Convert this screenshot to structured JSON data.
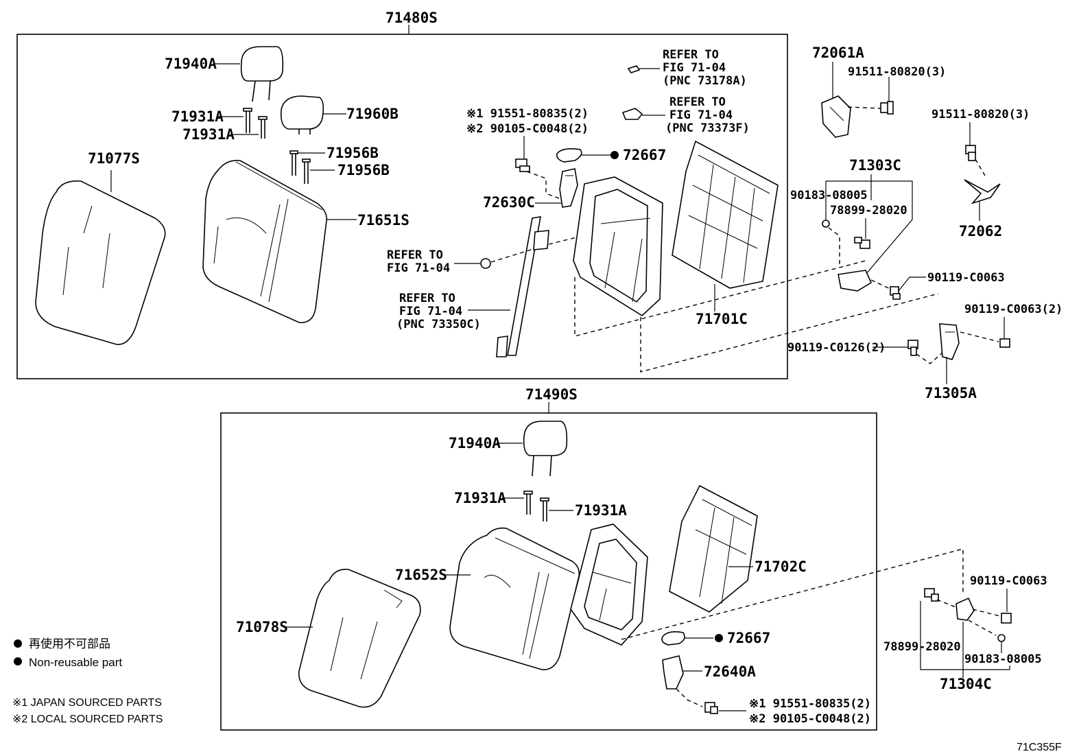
{
  "upper_assembly": {
    "code": "71480S",
    "labels": {
      "headrest_a": "71940A",
      "guide_a1": "71931A",
      "guide_a2": "71931A",
      "headrest_b": "71960B",
      "guide_b1": "71956B",
      "guide_b2": "71956B",
      "cover": "71077S",
      "pad": "71651S",
      "clip_bolt_note1": "※1 91551-80835(2)",
      "clip_bolt_note2": "※2 90105-C0048(2)",
      "cap": "72667",
      "bracket": "72630C",
      "frame": "71701C"
    },
    "refer_1": [
      "REFER TO",
      "FIG 71-04",
      "(PNC 73178A)"
    ],
    "refer_2": [
      "REFER TO",
      "FIG 71-04",
      "(PNC 73373F)"
    ],
    "refer_3": [
      "REFER TO",
      "FIG 71-04"
    ],
    "refer_4": [
      "REFER TO",
      "FIG 71-04",
      "(PNC 73350C)"
    ]
  },
  "lower_assembly": {
    "code": "71490S",
    "labels": {
      "headrest": "71940A",
      "guide_1": "71931A",
      "guide_2": "71931A",
      "pad": "71652S",
      "cover": "71078S",
      "frame": "71702C",
      "cap": "72667",
      "bracket": "72640A",
      "bolt_note1": "※1 91551-80835(2)",
      "bolt_note2": "※2 90105-C0048(2)"
    }
  },
  "side_parts": {
    "p72061a": "72061A",
    "p91511_1": "91511-80820(3)",
    "p91511_2": "91511-80820(3)",
    "p72062": "72062",
    "p71303c": "71303C",
    "p90183_1": "90183-08005",
    "p78899_1": "78899-28020",
    "p90119_1": "90119-C0063",
    "p90119_2": "90119-C0063(2)",
    "p90119_3": "90119-C0126(2)",
    "p71305a": "71305A",
    "p90119_4": "90119-C0063",
    "p78899_2": "78899-28020",
    "p90183_2": "90183-08005",
    "p71304c": "71304C"
  },
  "legend": {
    "non_reusable_jp": "再使用不可部品",
    "non_reusable_en": "Non-reusable part",
    "note1": "※1 JAPAN SOURCED PARTS",
    "note2": "※2 LOCAL SOURCED PARTS"
  },
  "figure_code": "71C355F"
}
